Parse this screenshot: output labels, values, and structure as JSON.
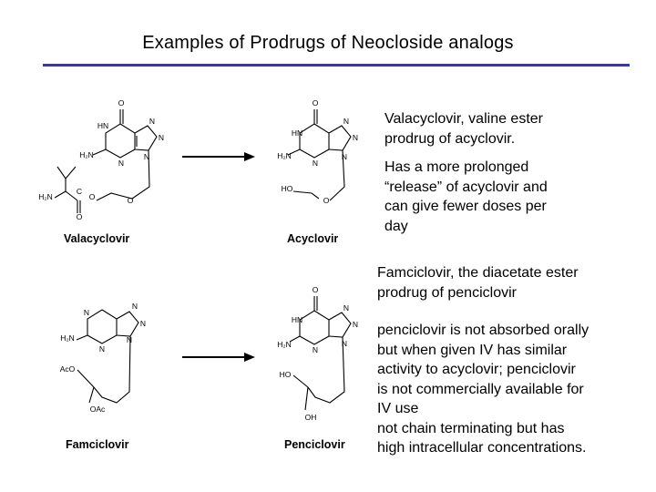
{
  "slide": {
    "title": "Examples of Prodrugs of Neocloside analogs"
  },
  "labels": {
    "valacyclovir": "Valacyclovir",
    "acyclovir": "Acyclovir",
    "famciclovir": "Famciclovir",
    "penciclovir": "Penciclovir"
  },
  "atoms": {
    "O": "O",
    "N": "N",
    "HN": "HN",
    "H2N": "H₂N",
    "C": "C",
    "HO": "HO",
    "AcO": "AcO",
    "OAc": "OAc",
    "OH": "OH"
  },
  "text": {
    "val_line1": "Valacyclovir, valine ester",
    "val_line2": "prodrug  of acyclovir.",
    "val_desc1": "Has a more prolonged",
    "val_desc2": "“release” of acyclovir and",
    "val_desc3": "can give fewer doses per",
    "val_desc4": "day",
    "fam_line1": "Famciclovir, the diacetate ester",
    "fam_line2": "prodrug of penciclovir",
    "pen_line1": "penciclovir is not absorbed orally",
    "pen_line2": "but when given IV has similar",
    "pen_line3": "activity to acyclovir; penciclovir",
    "pen_line4": "is not commercially available for",
    "pen_line5": "IV use",
    "pen_line6": "not chain terminating but has",
    "pen_line7": "high intracellular concentrations."
  },
  "colors": {
    "rule": "#3b3b8f"
  }
}
